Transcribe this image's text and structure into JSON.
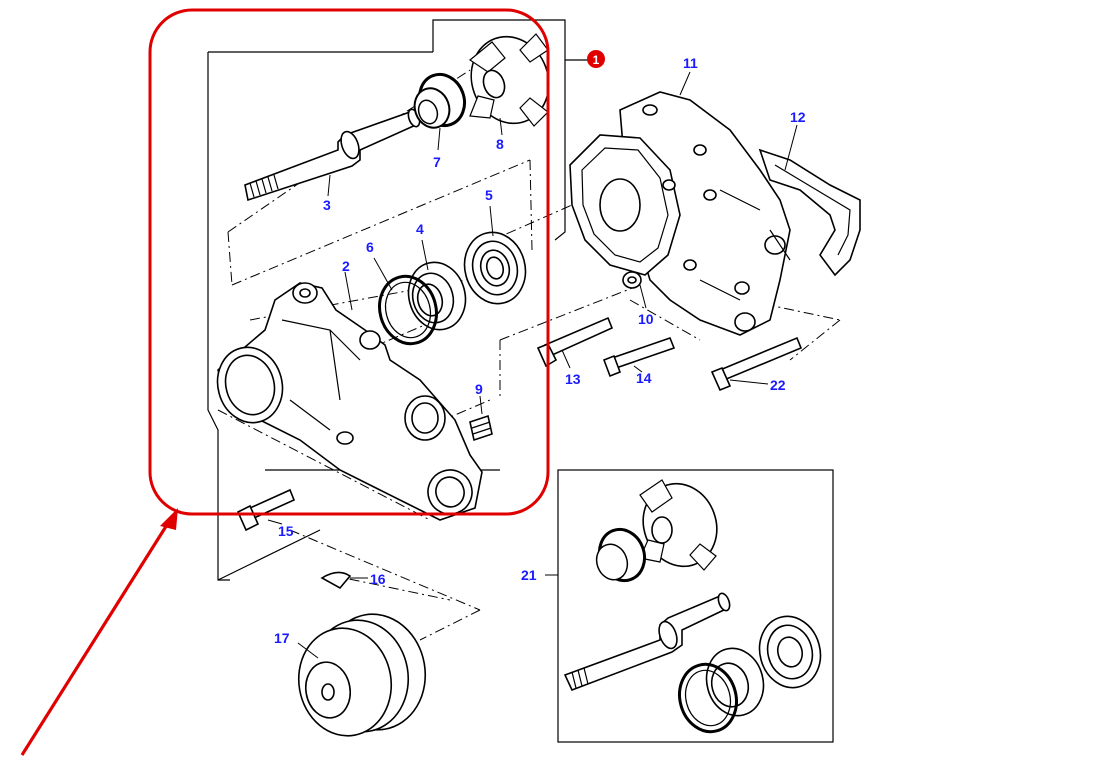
{
  "colors": {
    "highlight": "#e00000",
    "label": "#1a1aff",
    "line": "#000000",
    "background": "#ffffff"
  },
  "badge": {
    "text": "1"
  },
  "labels": {
    "p2": "2",
    "p3": "3",
    "p4": "4",
    "p5": "5",
    "p6": "6",
    "p7": "7",
    "p8": "8",
    "p9": "9",
    "p10": "10",
    "p11": "11",
    "p12": "12",
    "p13": "13",
    "p14": "14",
    "p15": "15",
    "p16": "16",
    "p17": "17",
    "p21": "21",
    "p22": "22"
  }
}
